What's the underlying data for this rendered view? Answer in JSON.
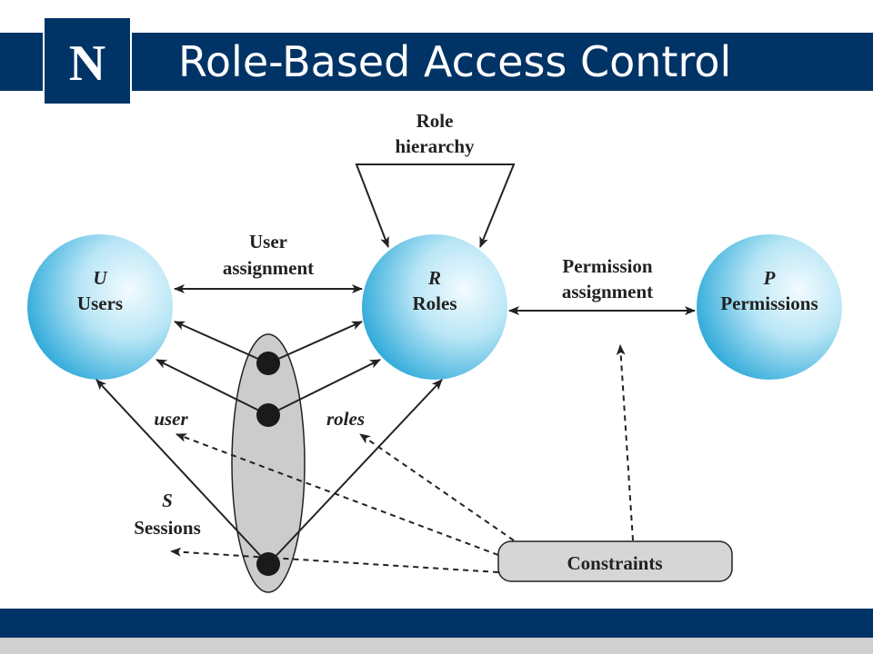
{
  "slide": {
    "title": "Role-Based Access Control",
    "logo_letter": "N"
  },
  "colors": {
    "navy": "#003366",
    "footer_gray": "#d0d0d0",
    "circle_light": "#e8f7fd",
    "circle_dark": "#2aa8d8",
    "ellipse_fill": "#cccccc",
    "constraints_fill": "#d6d6d6"
  },
  "diagram": {
    "users": {
      "symbol": "U",
      "label": "Users"
    },
    "roles": {
      "symbol": "R",
      "label": "Roles"
    },
    "permissions": {
      "symbol": "P",
      "label": "Permissions"
    },
    "sessions": {
      "symbol": "S",
      "label": "Sessions"
    },
    "role_hierarchy": {
      "line1": "Role",
      "line2": "hierarchy"
    },
    "user_assignment": {
      "line1": "User",
      "line2": "assignment"
    },
    "permission_assignment": {
      "line1": "Permission",
      "line2": "assignment"
    },
    "user_mapping": "user",
    "roles_mapping": "roles",
    "constraints": "Constraints"
  }
}
